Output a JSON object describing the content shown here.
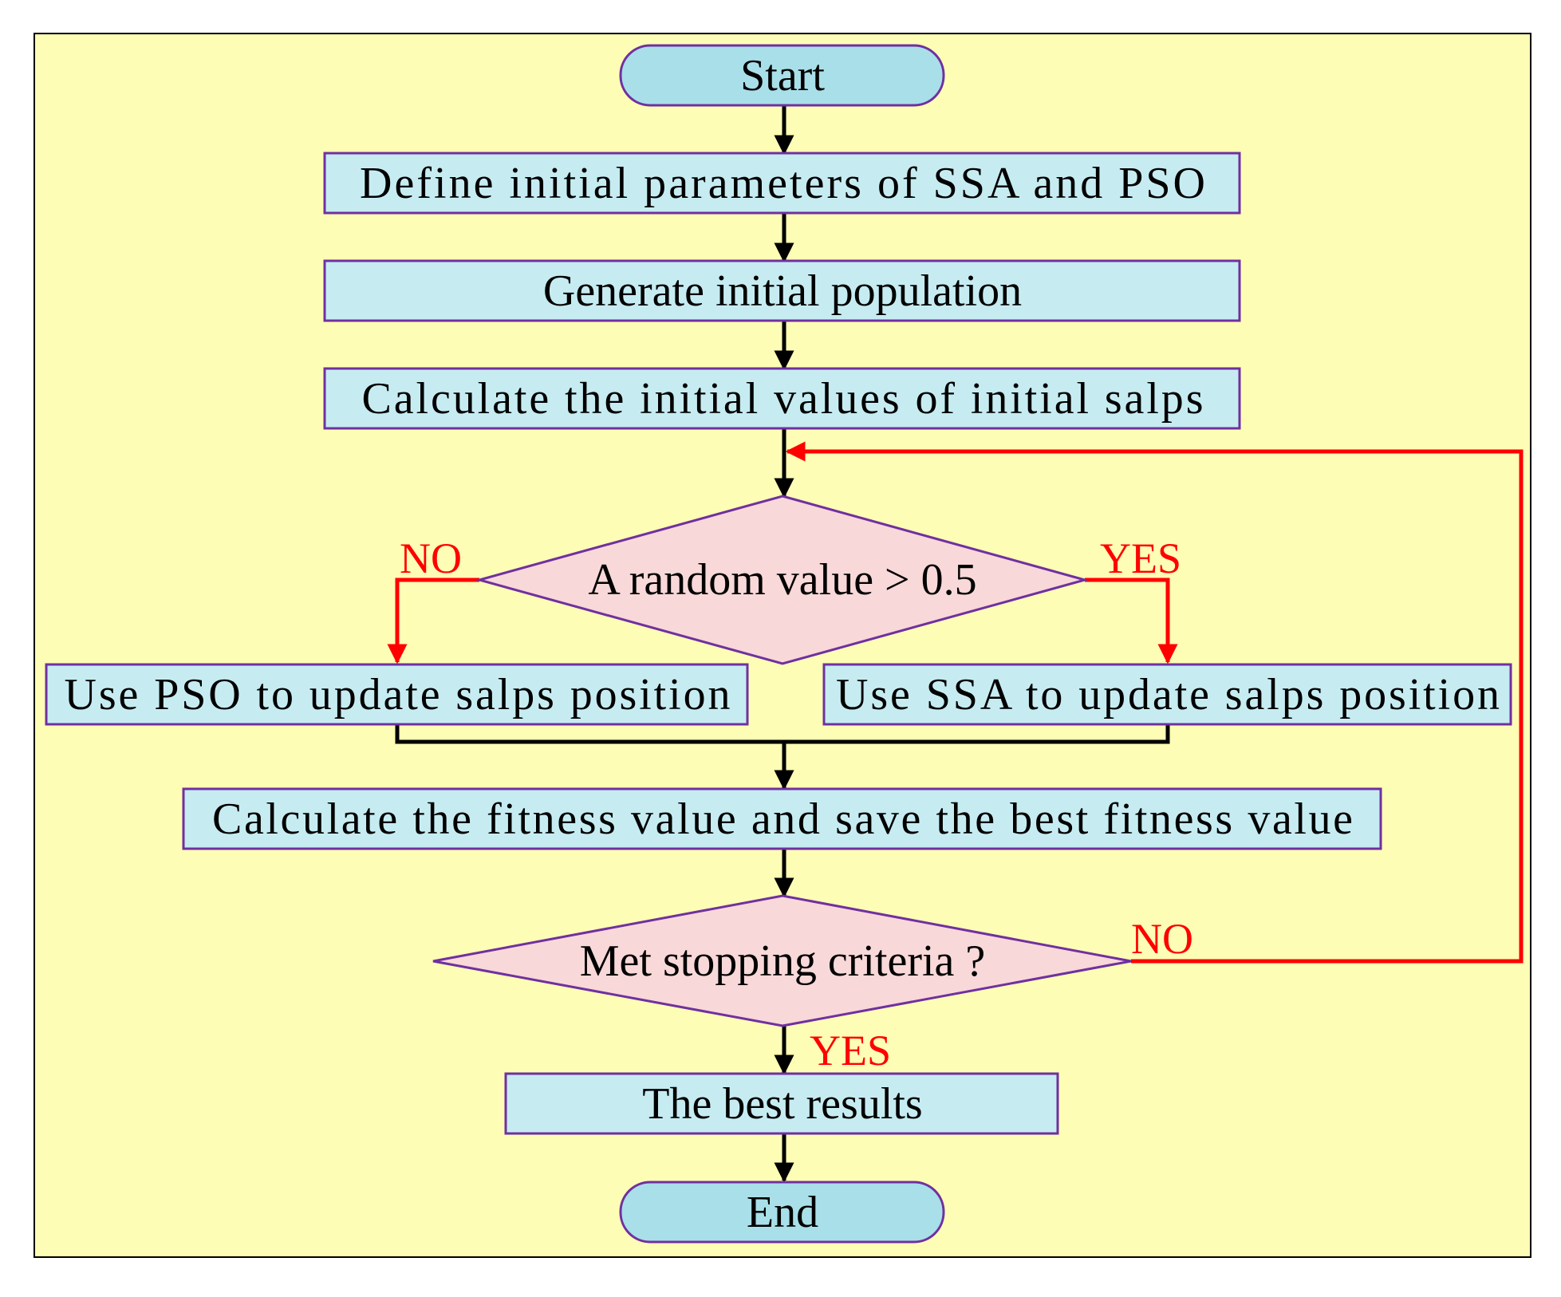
{
  "colors": {
    "panel_bg": "#fefdb5",
    "terminal_fill": "#a9dfe8",
    "process_fill": "#c6ecf2",
    "decision_fill": "#f8d8d8",
    "shape_stroke": "#7030a0",
    "flow_arrow": "#000000",
    "branch_arrow": "#ff0000",
    "branch_label": "#ff0000"
  },
  "nodes": {
    "start": "Start",
    "define_params": "Define initial parameters of SSA and PSO",
    "generate_pop": "Generate initial population",
    "calc_initial": "Calculate the initial values of  initial salps",
    "random_decision": "A random value > 0.5",
    "use_pso": "Use PSO to update salps position",
    "use_ssa": "Use SSA to update salps position",
    "calc_fitness": "Calculate the fitness value and save the best fitness value",
    "stop_decision": "Met stopping criteria ?",
    "best_results": "The best results",
    "end": "End"
  },
  "labels": {
    "random_no": "NO",
    "random_yes": "YES",
    "stop_no": "NO",
    "stop_yes": "YES"
  }
}
